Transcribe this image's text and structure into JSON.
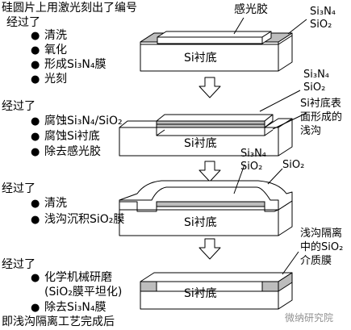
{
  "header": {
    "caption": "硅圆片上用激光刻出了编号",
    "footer": "即浅沟隔离工艺完成后"
  },
  "steps": [
    {
      "title": "经过了",
      "items": [
        "清洗",
        "氧化",
        "形成Si₃N₄膜",
        "光刻"
      ]
    },
    {
      "title": "经过了",
      "items": [
        "腐蚀Si₃N₄/SiO₂",
        "腐蚀Si衬底",
        "除去感光胶"
      ]
    },
    {
      "title": "经过了",
      "items": [
        "清洗",
        "浅沟沉积SiO₂膜"
      ]
    },
    {
      "title": "经过了",
      "items": [
        "化学机械研磨",
        "(SiO₂膜平坦化)",
        "除去Si₃N₄膜"
      ]
    }
  ],
  "labels": {
    "photoresist": "感光胶",
    "si3n4": "Si₃N₄",
    "sio2": "SiO₂",
    "substrate": "Si衬底",
    "trench": "Si衬底表面形成的浅沟",
    "deposited_sio2": "SiO₂",
    "isolation": "浅沟隔离中的SiO₂介质膜"
  },
  "label_lines": {
    "trench": [
      "Si衬底表",
      "面形成的",
      "浅沟"
    ],
    "isolation": [
      "浅沟隔离",
      "中的SiO₂",
      "介质膜"
    ]
  },
  "watermark": "微纳研究院"
}
